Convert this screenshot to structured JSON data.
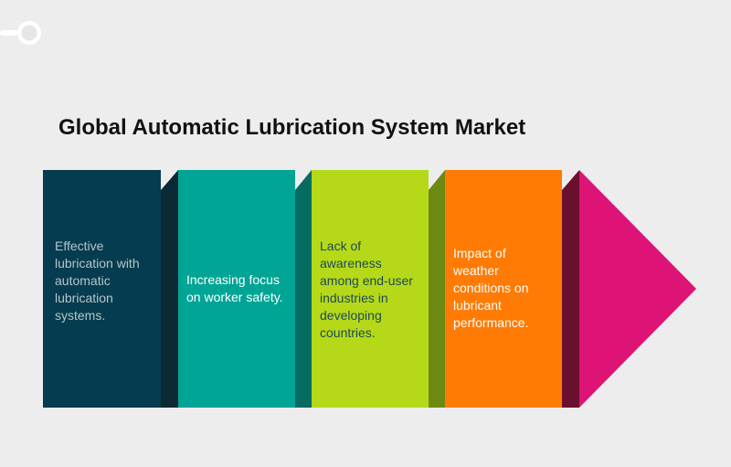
{
  "title": "Global Automatic Lubrication System Market",
  "steps": [
    {
      "text": "Effective lubrication with automatic lubrication systems.",
      "color": "#053c4f",
      "text_color": "#b8c4ca"
    },
    {
      "text": "Increasing focus on worker safety.",
      "color": "#00a595",
      "text_color": "#ffffff"
    },
    {
      "text": "Lack of awareness among end-user industries in developing countries.",
      "color": "#b5d919",
      "text_color": "#1d4a56"
    },
    {
      "text": "Impact of weather conditions on lubricant performance.",
      "color": "#ff7b04",
      "text_color": "#ffffff"
    }
  ],
  "arrow_color": "#de1376",
  "icons": [
    "toggle-knob-icon"
  ]
}
